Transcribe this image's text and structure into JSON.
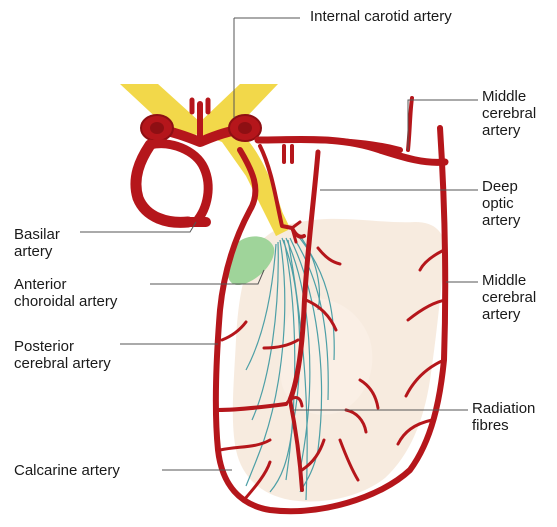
{
  "labels": {
    "internal_carotid": "Internal carotid artery",
    "middle_cerebral_top": [
      "Middle",
      "cerebral",
      "artery"
    ],
    "deep_optic": [
      "Deep",
      "optic",
      "artery"
    ],
    "basilar": [
      "Basilar",
      "artery"
    ],
    "anterior_choroidal": [
      "Anterior",
      "choroidal artery"
    ],
    "middle_cerebral_right": [
      "Middle",
      "cerebral",
      "artery"
    ],
    "posterior_cerebral": [
      "Posterior",
      "cerebral artery"
    ],
    "radiation_fibres": [
      "Radiation",
      "fibres"
    ],
    "calcarine": "Calcarine artery"
  },
  "colors": {
    "artery": "#b5161b",
    "artery_dark": "#8e0f13",
    "optic_tract": "#f2d84a",
    "choroid": "#9fd49a",
    "brain": "#f6e7d9",
    "fibres": "#4d9fa6",
    "leader": "#555555"
  }
}
